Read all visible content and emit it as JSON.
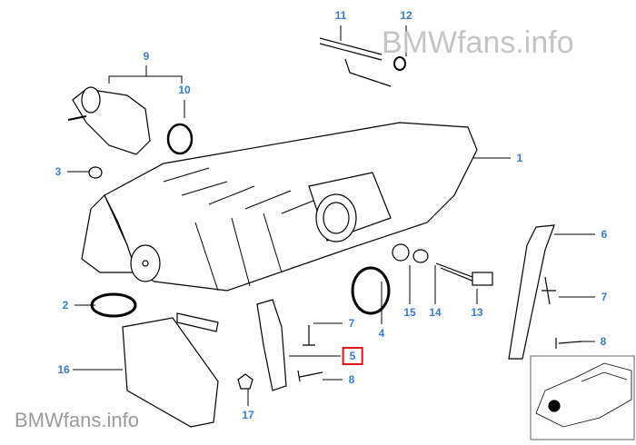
{
  "diagram": {
    "watermark_top": "BMWfans.info",
    "watermark_bottom": "BMWfans.info",
    "callouts": [
      {
        "id": "c11",
        "text": "11"
      },
      {
        "id": "c12",
        "text": "12"
      },
      {
        "id": "c9",
        "text": "9"
      },
      {
        "id": "c10",
        "text": "10"
      },
      {
        "id": "c1",
        "text": "1"
      },
      {
        "id": "c3",
        "text": "3"
      },
      {
        "id": "c6",
        "text": "6"
      },
      {
        "id": "c7a",
        "text": "7"
      },
      {
        "id": "c2",
        "text": "2"
      },
      {
        "id": "c15",
        "text": "15"
      },
      {
        "id": "c14",
        "text": "14"
      },
      {
        "id": "c13",
        "text": "13"
      },
      {
        "id": "c7b",
        "text": "7"
      },
      {
        "id": "c4",
        "text": "4"
      },
      {
        "id": "c8a",
        "text": "8"
      },
      {
        "id": "c5",
        "text": "5",
        "selected": true
      },
      {
        "id": "c8b",
        "text": "8"
      },
      {
        "id": "c16",
        "text": "16"
      },
      {
        "id": "c17",
        "text": "17"
      }
    ],
    "colors": {
      "label": "#3a7cc7",
      "highlight": "#e0141e",
      "line": "#000000"
    }
  }
}
